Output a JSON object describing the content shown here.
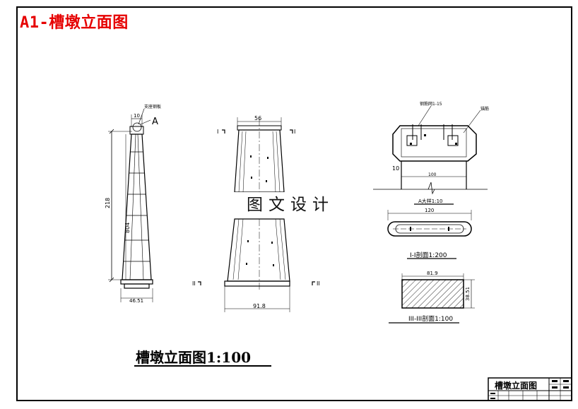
{
  "page_title": "A1-槽墩立面图",
  "watermark": "图文设计",
  "drawing_title": "槽墩立面图1:100",
  "title_block": {
    "name": "槽墩立面图"
  },
  "side_view": {
    "top_label": "支座钢板",
    "top_dim": "10",
    "detail_ref": "A",
    "height_dim": "218",
    "inner_dim": "804",
    "base_dim": "46.51"
  },
  "front_view": {
    "top_width": "56",
    "base_width": "91.8",
    "section_mark_top": "I",
    "section_mark_bottom": "II"
  },
  "detail_a": {
    "label_left": "钢筋网1-15",
    "label_right": "锚筋",
    "left_dim": "10",
    "bottom_dim": "100",
    "caption": "A大样1:10"
  },
  "section_1": {
    "width_dim": "120",
    "caption": "I-I剖面1:200"
  },
  "section_3": {
    "width_dim": "81.9",
    "height_dim": "38.51",
    "caption": "III-III剖面1:100"
  }
}
